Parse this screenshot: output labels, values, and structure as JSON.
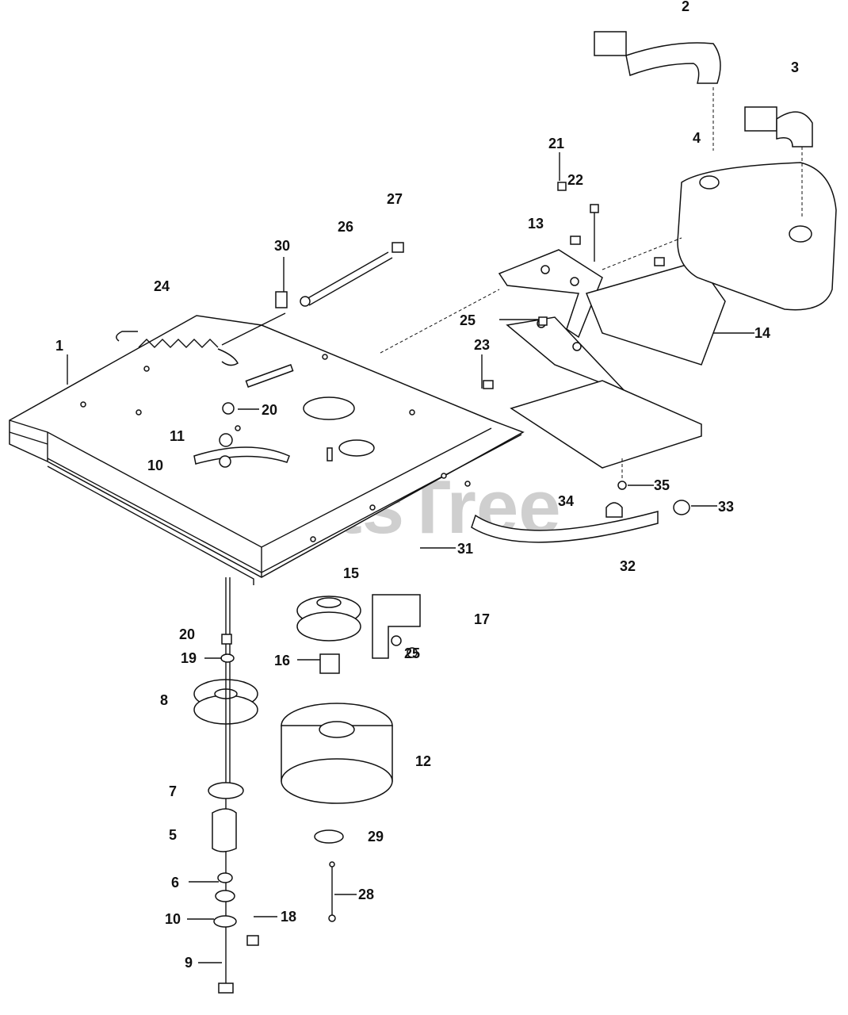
{
  "watermark": "PartsTree",
  "callouts": [
    {
      "id": "c2",
      "text": "2"
    },
    {
      "id": "c3",
      "text": "3"
    },
    {
      "id": "c4",
      "text": "4"
    },
    {
      "id": "c21",
      "text": "21"
    },
    {
      "id": "c22",
      "text": "22"
    },
    {
      "id": "c27",
      "text": "27"
    },
    {
      "id": "c13",
      "text": "13"
    },
    {
      "id": "c26",
      "text": "26"
    },
    {
      "id": "c30",
      "text": "30"
    },
    {
      "id": "c24",
      "text": "24"
    },
    {
      "id": "c25a",
      "text": "25"
    },
    {
      "id": "c14",
      "text": "14"
    },
    {
      "id": "c1",
      "text": "1"
    },
    {
      "id": "c23",
      "text": "23"
    },
    {
      "id": "c20a",
      "text": "20"
    },
    {
      "id": "c11",
      "text": "11"
    },
    {
      "id": "c10a",
      "text": "10"
    },
    {
      "id": "c35",
      "text": "35"
    },
    {
      "id": "c34",
      "text": "34"
    },
    {
      "id": "c33",
      "text": "33"
    },
    {
      "id": "c31",
      "text": "31"
    },
    {
      "id": "c32",
      "text": "32"
    },
    {
      "id": "c15",
      "text": "15"
    },
    {
      "id": "c17",
      "text": "17"
    },
    {
      "id": "c20b",
      "text": "20"
    },
    {
      "id": "c25b",
      "text": "25"
    },
    {
      "id": "c19",
      "text": "19"
    },
    {
      "id": "c16",
      "text": "16"
    },
    {
      "id": "c8",
      "text": "8"
    },
    {
      "id": "c12",
      "text": "12"
    },
    {
      "id": "c7",
      "text": "7"
    },
    {
      "id": "c5",
      "text": "5"
    },
    {
      "id": "c29",
      "text": "29"
    },
    {
      "id": "c6",
      "text": "6"
    },
    {
      "id": "c28",
      "text": "28"
    },
    {
      "id": "c10b",
      "text": "10"
    },
    {
      "id": "c18",
      "text": "18"
    },
    {
      "id": "c9",
      "text": "9"
    }
  ]
}
